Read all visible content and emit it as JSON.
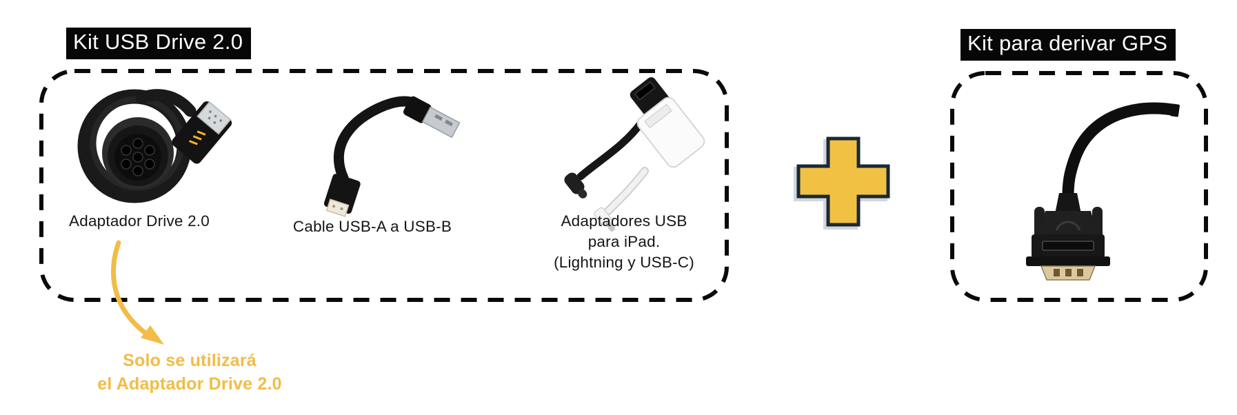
{
  "kit_usb": {
    "title": "Kit USB Drive 2.0",
    "items": [
      {
        "name": "adaptador-drive-2",
        "label": "Adaptador Drive 2.0"
      },
      {
        "name": "cable-usb-a-b",
        "label": "Cable USB-A a USB-B"
      },
      {
        "name": "adaptadores-ipad",
        "label_lines": [
          "Adaptadores USB",
          "para iPad.",
          "(Lightning y USB-C)"
        ]
      }
    ]
  },
  "kit_gps": {
    "title": "Kit para derivar GPS",
    "item": {
      "name": "cable-serial-gps"
    }
  },
  "separator": {
    "type": "plus"
  },
  "annotation": {
    "lines": [
      "Solo se utilizará",
      "el Adaptador Drive 2.0"
    ]
  },
  "colors": {
    "accent_yellow": "#F2BC45",
    "plus_fill": "#F0C143",
    "plus_outline": "#1B2834",
    "title_bg": "#070707",
    "title_fg": "#ffffff",
    "dash_border": "#0a0a0a"
  }
}
